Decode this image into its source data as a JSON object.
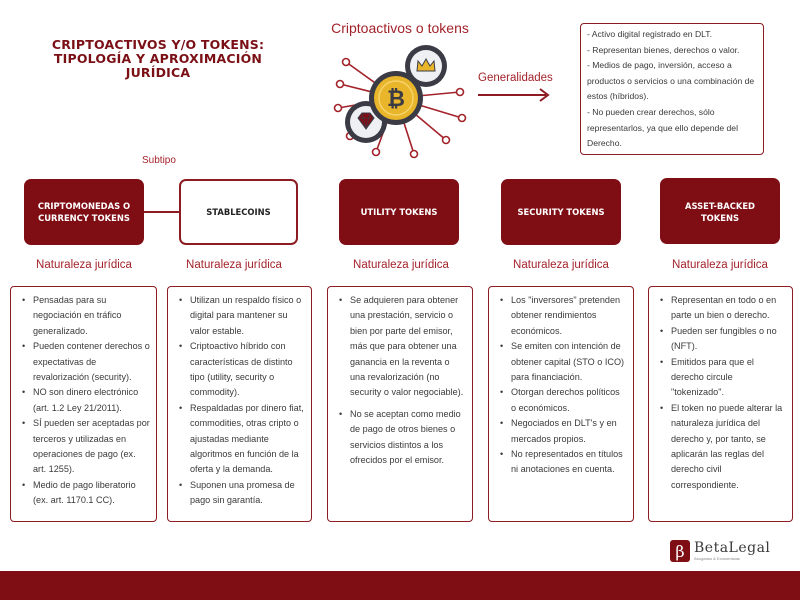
{
  "header": {
    "main_title": "CRIPTOACTIVOS Y/O TOKENS: TIPOLOGÍA Y APROXIMACIÓN JURÍDICA",
    "hero_title": "Criptoactivos o tokens"
  },
  "generalidades": {
    "label": "Generalidades",
    "items": [
      "- Activo digital registrado en DLT.",
      "- Representan bienes, derechos o valor.",
      "- Medios de pago, inversión, acceso a productos o servicios o una combinación de estos (híbridos).",
      "- No pueden crear derechos, sólo representarlos, ya que ello depende del Derecho."
    ]
  },
  "subtipo_label": "Subtipo",
  "colors": {
    "brand": "#7f0d14",
    "accent": "#a3232b",
    "gold": "#e9b52a"
  },
  "columns": [
    {
      "title": "CRIPTOMONEDAS O CURRENCY TOKENS",
      "nature_label": "Naturaleza jurídica",
      "bullets": [
        "Pensadas para su negociación en tráfico generalizado.",
        "Pueden contener derechos o expectativas de revalorización (security).",
        "NO son dinero electrónico (art. 1.2 Ley 21/2011).",
        "SÍ pueden ser aceptadas por terceros y utilizadas en operaciones de pago (ex. art. 1255).",
        "Medio de pago liberatorio (ex. art. 1170.1 CC)."
      ]
    },
    {
      "title": "STABLECOINS",
      "nature_label": "Naturaleza jurídica",
      "bullets": [
        "Utilizan un respaldo físico o digital para mantener su valor estable.",
        "Criptoactivo híbrido con características de distinto tipo (utility, security o commodity).",
        "Respaldadas por dinero fiat, commodities, otras cripto o ajustadas mediante algoritmos en función de la oferta y la demanda.",
        "Suponen una promesa de pago sin garantía."
      ]
    },
    {
      "title": "UTILITY TOKENS",
      "nature_label": "Naturaleza jurídica",
      "bullets": [
        "Se adquieren para obtener una prestación, servicio o bien por parte del emisor, más que para obtener una ganancia en la reventa o una revalorización (no security o valor negociable).",
        "No se aceptan como medio de pago de otros bienes o servicios distintos a los ofrecidos por el emisor."
      ]
    },
    {
      "title": "SECURITY TOKENS",
      "nature_label": "Naturaleza jurídica",
      "bullets": [
        "Los \"inversores\" pretenden obtener rendimientos económicos.",
        "Se emiten con intención de obtener capital (STO o ICO) para financiación.",
        "Otorgan derechos políticos o económicos.",
        "Negociados en DLT's y en mercados propios.",
        "No representados en títulos ni anotaciones en cuenta."
      ]
    },
    {
      "title": "ASSET-BACKED TOKENS",
      "nature_label": "Naturaleza jurídica",
      "bullets": [
        "Representan en todo o en parte un bien o derecho.",
        "Pueden ser fungibles o no (NFT).",
        "Emitidos para que el derecho circule \"tokenizado\".",
        "El token no puede alterar la naturaleza jurídica del derecho y, por tanto, se aplicarán las reglas del derecho civil correspondiente."
      ]
    }
  ],
  "logo": {
    "name": "BetaLegal",
    "tagline": "Abogados & Economistas",
    "icon": "beta-logo-icon"
  },
  "hero_icons": [
    "bitcoin-coin-icon",
    "crown-coin-icon",
    "diamond-coin-icon",
    "network-nodes-icon"
  ]
}
